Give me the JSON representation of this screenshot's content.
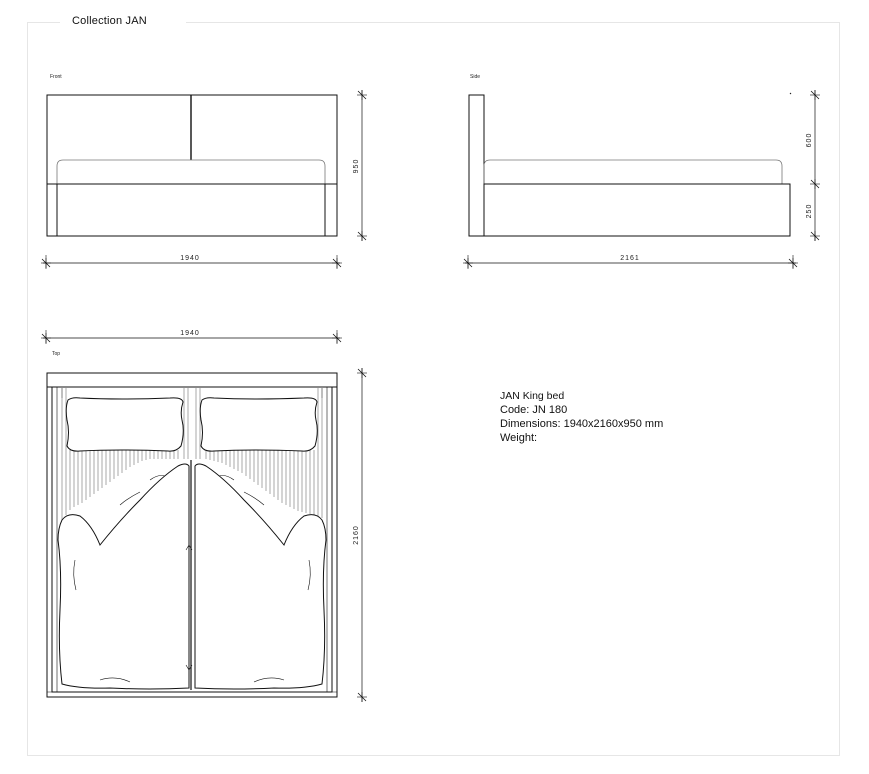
{
  "header": {
    "title": "Collection JAN"
  },
  "views": {
    "front": "Front",
    "side": "Side",
    "top": "Top"
  },
  "dimensions": {
    "front_width": "1940",
    "front_height": "950",
    "side_length": "2161",
    "side_headboard": "600",
    "side_base": "250",
    "top_width": "1940",
    "top_length": "2160"
  },
  "product": {
    "name": "JAN King bed",
    "code": "Code: JN 180",
    "dimensions": "Dimensions: 1940x2160x950 mm",
    "weight": "Weight:"
  }
}
